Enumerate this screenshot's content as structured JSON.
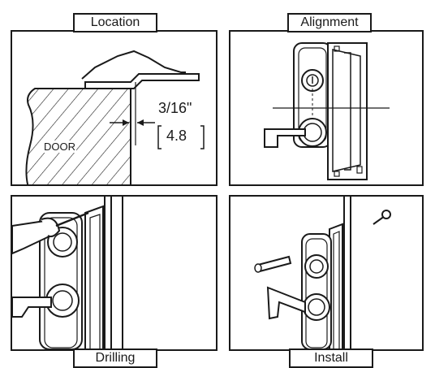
{
  "panels": {
    "location": {
      "title": "Location",
      "door_label": "DOOR",
      "dimension_imperial": "3/16\"",
      "dimension_metric": "4.8"
    },
    "alignment": {
      "title": "Alignment"
    },
    "drilling": {
      "title": "Drilling"
    },
    "install": {
      "title": "Install"
    }
  },
  "colors": {
    "line": "#1a1a1a",
    "background": "#ffffff"
  }
}
